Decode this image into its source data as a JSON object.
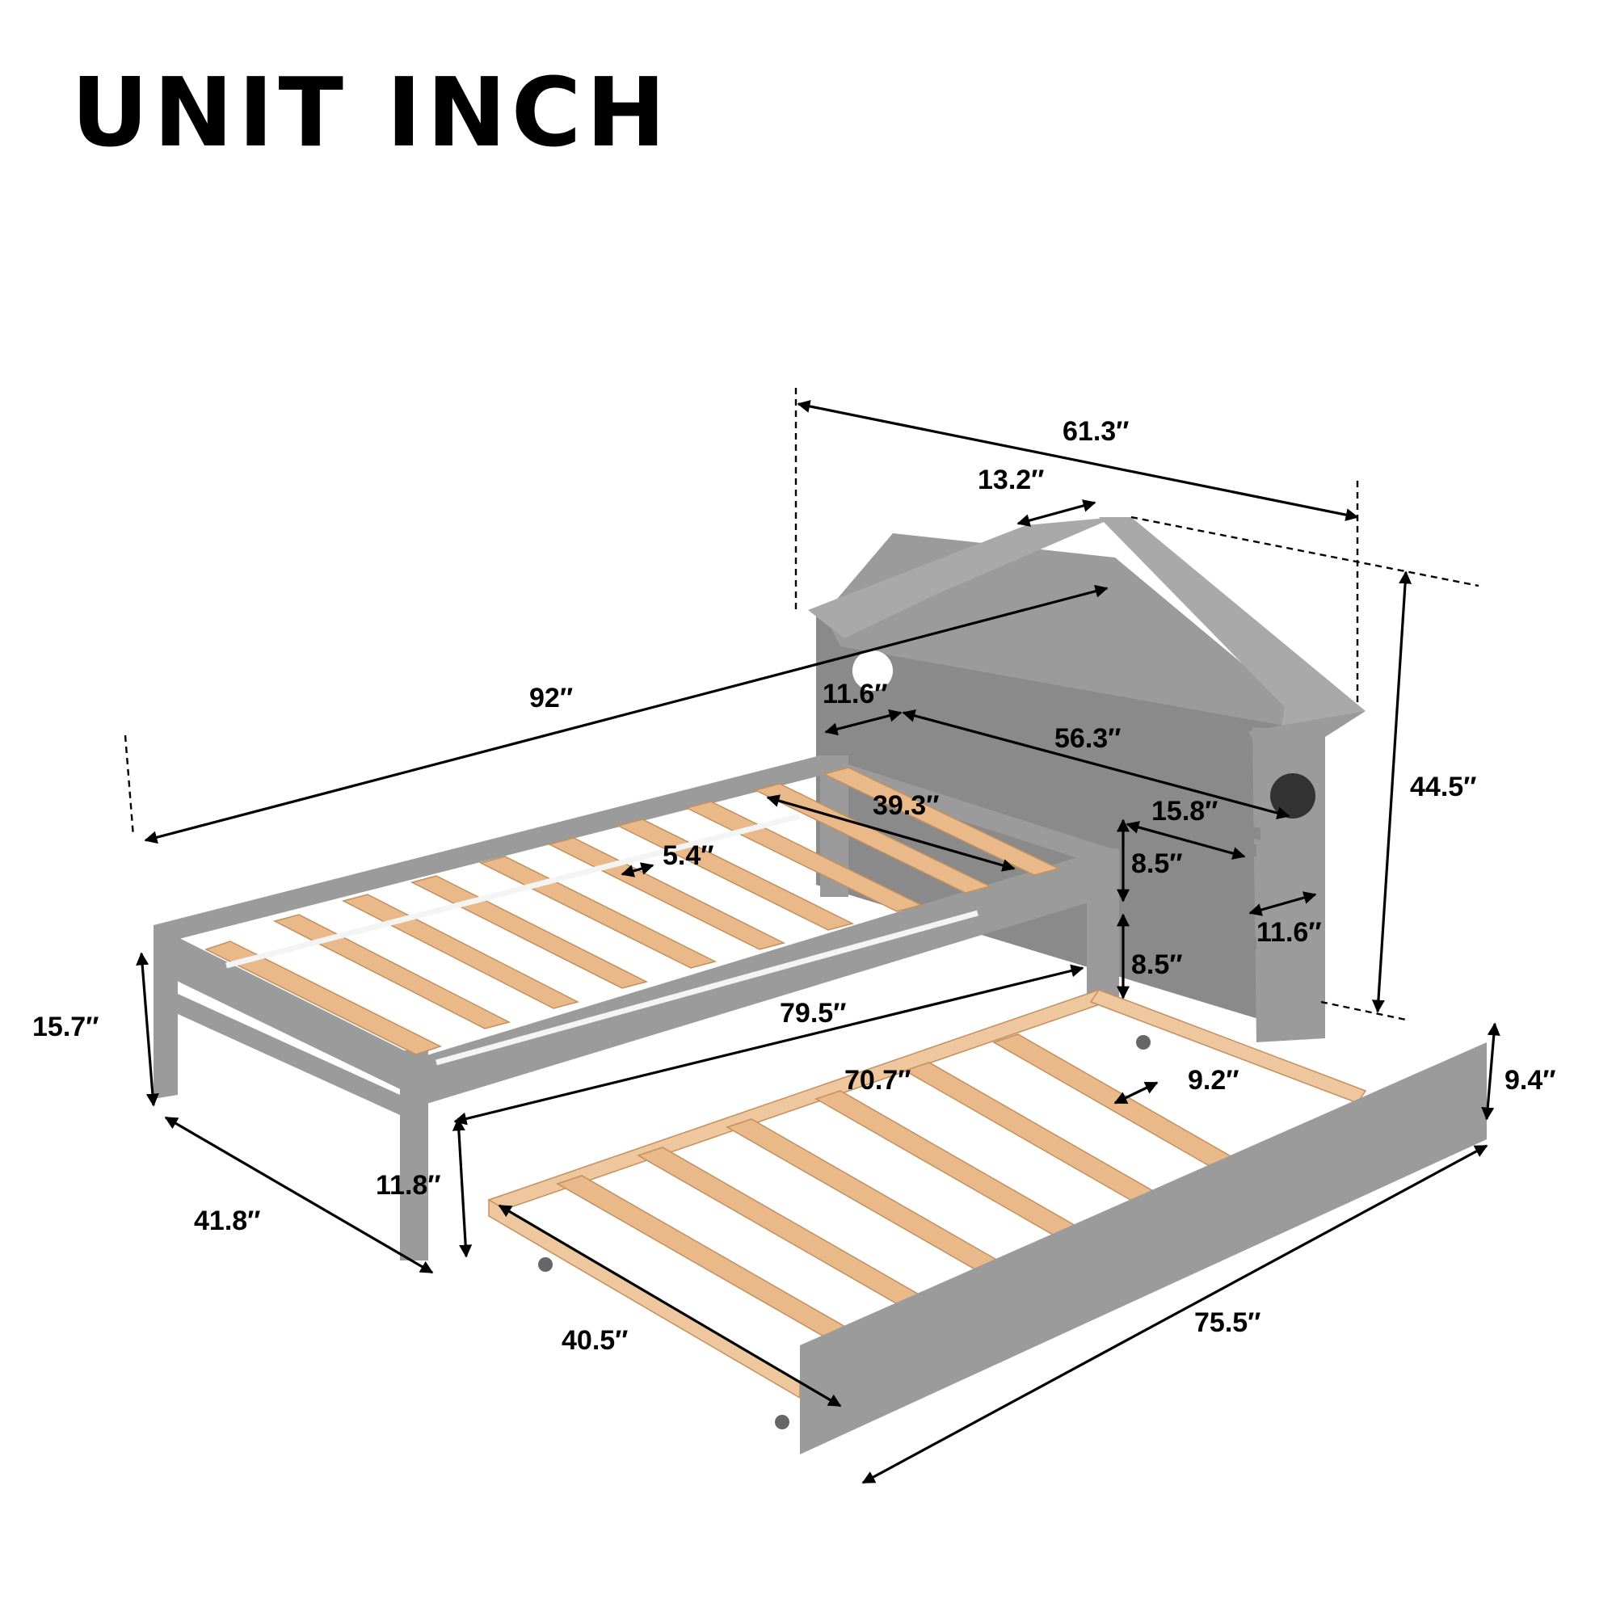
{
  "title": "UNIT INCH",
  "dimensions": {
    "overall_width": "61.3″",
    "roof_depth": "13.2″",
    "bed_length": "92″",
    "headboard_depth": "11.6″",
    "headboard_inner_width": "56.3″",
    "slat_length": "39.3″",
    "slat_gap": "5.4″",
    "shelf_width": "15.8″",
    "shelf_height_upper": "8.5″",
    "shelf_height_lower": "8.5″",
    "shelf_depth": "11.6″",
    "overall_height": "44.5″",
    "frame_height": "15.7″",
    "rail_length": "79.5″",
    "trundle_inner_length": "70.7″",
    "trundle_slat_gap": "9.2″",
    "trundle_height": "9.4″",
    "under_bed_clearance": "11.8″",
    "bed_width": "41.8″",
    "trundle_width": "40.5″",
    "trundle_length": "75.5″"
  },
  "colors": {
    "frame_gray": "#9b9b9b",
    "slat_wood": "#e9b98a",
    "background": "#ffffff",
    "text": "#000000"
  }
}
